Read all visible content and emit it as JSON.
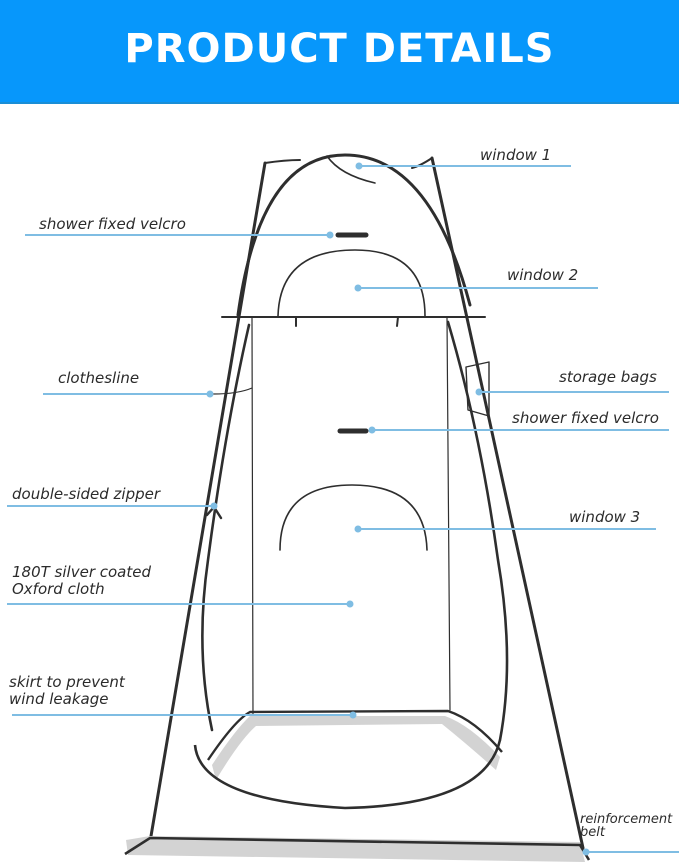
{
  "header": {
    "title": "PRODUCT DETAILS",
    "background_color": "#0797FB",
    "text_color": "#FFFFFF"
  },
  "diagram": {
    "subject": "pop-up shower tent line drawing",
    "line_color": "#7FBDE3",
    "stroke_color": "#2E2E2E",
    "skirt_fill": "#D3D3D3"
  },
  "labels": [
    {
      "id": "window-1",
      "text": "window 1",
      "side": "right"
    },
    {
      "id": "shower-fixed-velcro-top",
      "text": "shower fixed velcro",
      "side": "left"
    },
    {
      "id": "window-2",
      "text": "window 2",
      "side": "right"
    },
    {
      "id": "clothesline",
      "text": "clothesline",
      "side": "left"
    },
    {
      "id": "storage-bags",
      "text": "storage bags",
      "side": "right"
    },
    {
      "id": "shower-fixed-velcro-middle",
      "text": "shower fixed velcro",
      "side": "right"
    },
    {
      "id": "double-sided-zipper",
      "text": "double-sided zipper",
      "side": "left"
    },
    {
      "id": "window-3",
      "text": "window 3",
      "side": "right"
    },
    {
      "id": "oxford-cloth",
      "lines": [
        "180T silver coated",
        "Oxford cloth"
      ],
      "side": "left"
    },
    {
      "id": "skirt",
      "lines": [
        "skirt to prevent",
        "wind leakage"
      ],
      "side": "left"
    },
    {
      "id": "reinforcement-belt",
      "lines": [
        "reinforcement",
        "belt"
      ],
      "side": "right"
    }
  ]
}
